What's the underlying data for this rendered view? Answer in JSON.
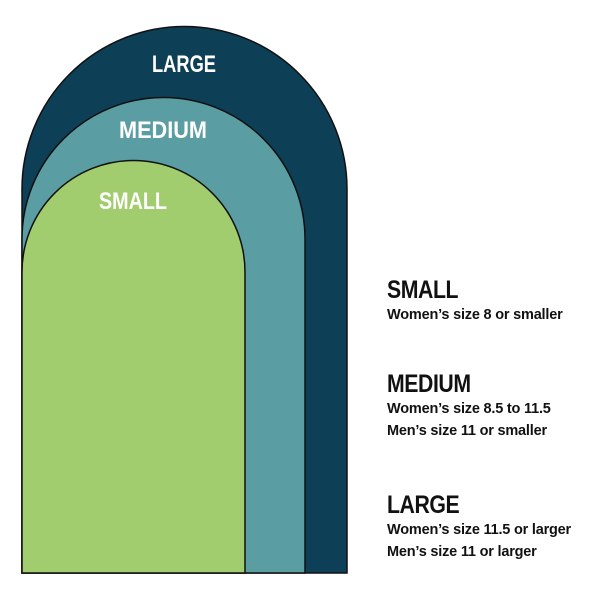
{
  "arches": [
    {
      "label": "LARGE",
      "color": "#0d3f57"
    },
    {
      "label": "MEDIUM",
      "color": "#5a9ea3"
    },
    {
      "label": "SMALL",
      "color": "#a2cd6e"
    }
  ],
  "legend": {
    "small": {
      "title": "SMALL",
      "lines": [
        "Women’s size 8 or smaller"
      ]
    },
    "medium": {
      "title": "MEDIUM",
      "lines": [
        "Women’s size 8.5 to 11.5",
        "Men’s size 11 or smaller"
      ]
    },
    "large": {
      "title": "LARGE",
      "lines": [
        "Women’s size 11.5 or larger",
        "Men’s size 11 or larger"
      ]
    }
  }
}
